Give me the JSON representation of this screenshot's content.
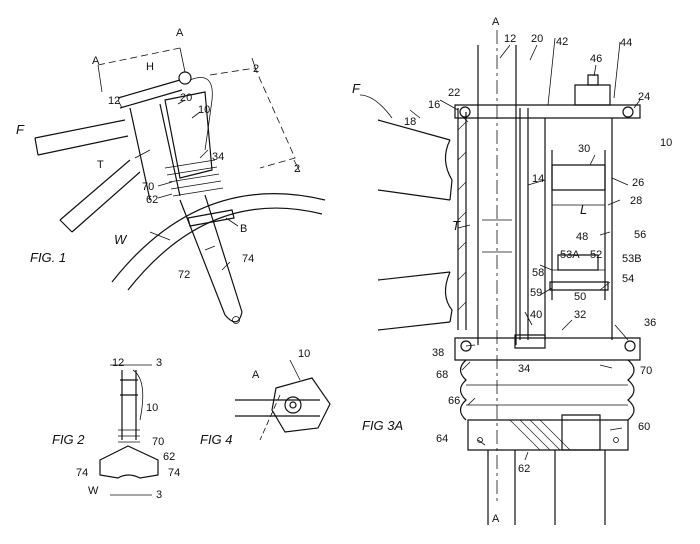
{
  "figures": {
    "fig1": {
      "caption": "FIG. 1",
      "labels": [
        "A",
        "A",
        "H",
        "12",
        "20",
        "10",
        "2",
        "2",
        "F",
        "T",
        "34",
        "70",
        "62",
        "B",
        "W",
        "72",
        "74"
      ]
    },
    "fig2": {
      "caption": "FIG 2",
      "labels": [
        "12",
        "3",
        "10",
        "70",
        "62",
        "74",
        "74",
        "W",
        "3"
      ]
    },
    "fig4": {
      "caption": "FIG 4",
      "labels": [
        "10",
        "A"
      ]
    },
    "fig3a": {
      "caption": "FIG 3A",
      "labels": [
        "A",
        "12",
        "20",
        "42",
        "46",
        "44",
        "F",
        "22",
        "16",
        "24",
        "18",
        "10",
        "30",
        "14",
        "26",
        "28",
        "L",
        "T",
        "48",
        "56",
        "53A",
        "52",
        "53B",
        "58",
        "54",
        "59",
        "50",
        "40",
        "32",
        "36",
        "38",
        "34",
        "68",
        "70",
        "66",
        "60",
        "64",
        "62",
        "A"
      ]
    }
  }
}
